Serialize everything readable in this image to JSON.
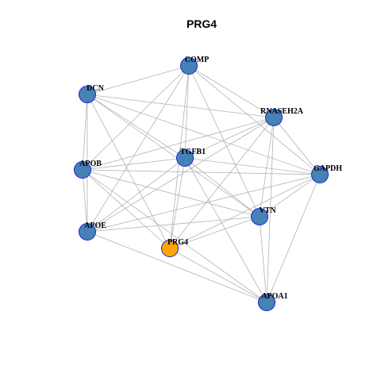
{
  "title": "PRG4",
  "colors": {
    "node_default": "#4682b4",
    "node_highlight": "#ffa500",
    "node_border": "#1f1fd6",
    "edge": "#b3b3b3"
  },
  "nodes": [
    {
      "id": "COMP",
      "label": "COMP",
      "highlight": false
    },
    {
      "id": "DCN",
      "label": "DCN",
      "highlight": false
    },
    {
      "id": "RNASEH2A",
      "label": "RNASEH2A",
      "highlight": false
    },
    {
      "id": "TGFB1",
      "label": "TGFB1",
      "highlight": false
    },
    {
      "id": "APOB",
      "label": "APOB",
      "highlight": false
    },
    {
      "id": "GAPDH",
      "label": "GAPDH",
      "highlight": false
    },
    {
      "id": "VTN",
      "label": "VTN",
      "highlight": false
    },
    {
      "id": "APOE",
      "label": "APOE",
      "highlight": false
    },
    {
      "id": "PRG4",
      "label": "PRG4",
      "highlight": true
    },
    {
      "id": "APOA1",
      "label": "APOA1",
      "highlight": false
    }
  ],
  "edges": [
    [
      "COMP",
      "DCN"
    ],
    [
      "COMP",
      "RNASEH2A"
    ],
    [
      "COMP",
      "TGFB1"
    ],
    [
      "COMP",
      "GAPDH"
    ],
    [
      "COMP",
      "VTN"
    ],
    [
      "COMP",
      "APOB"
    ],
    [
      "COMP",
      "APOE"
    ],
    [
      "COMP",
      "PRG4"
    ],
    [
      "DCN",
      "RNASEH2A"
    ],
    [
      "DCN",
      "TGFB1"
    ],
    [
      "DCN",
      "APOB"
    ],
    [
      "DCN",
      "APOE"
    ],
    [
      "DCN",
      "GAPDH"
    ],
    [
      "DCN",
      "VTN"
    ],
    [
      "DCN",
      "PRG4"
    ],
    [
      "RNASEH2A",
      "TGFB1"
    ],
    [
      "RNASEH2A",
      "APOB"
    ],
    [
      "RNASEH2A",
      "GAPDH"
    ],
    [
      "RNASEH2A",
      "VTN"
    ],
    [
      "RNASEH2A",
      "APOE"
    ],
    [
      "RNASEH2A",
      "PRG4"
    ],
    [
      "RNASEH2A",
      "APOA1"
    ],
    [
      "TGFB1",
      "APOB"
    ],
    [
      "TGFB1",
      "GAPDH"
    ],
    [
      "TGFB1",
      "VTN"
    ],
    [
      "TGFB1",
      "APOE"
    ],
    [
      "TGFB1",
      "PRG4"
    ],
    [
      "TGFB1",
      "APOA1"
    ],
    [
      "APOB",
      "GAPDH"
    ],
    [
      "APOB",
      "VTN"
    ],
    [
      "APOB",
      "APOE"
    ],
    [
      "APOB",
      "PRG4"
    ],
    [
      "APOB",
      "APOA1"
    ],
    [
      "GAPDH",
      "VTN"
    ],
    [
      "GAPDH",
      "APOE"
    ],
    [
      "GAPDH",
      "PRG4"
    ],
    [
      "GAPDH",
      "APOA1"
    ],
    [
      "VTN",
      "APOE"
    ],
    [
      "VTN",
      "PRG4"
    ],
    [
      "VTN",
      "APOA1"
    ],
    [
      "APOE",
      "APOA1"
    ],
    [
      "PRG4",
      "APOA1"
    ]
  ]
}
